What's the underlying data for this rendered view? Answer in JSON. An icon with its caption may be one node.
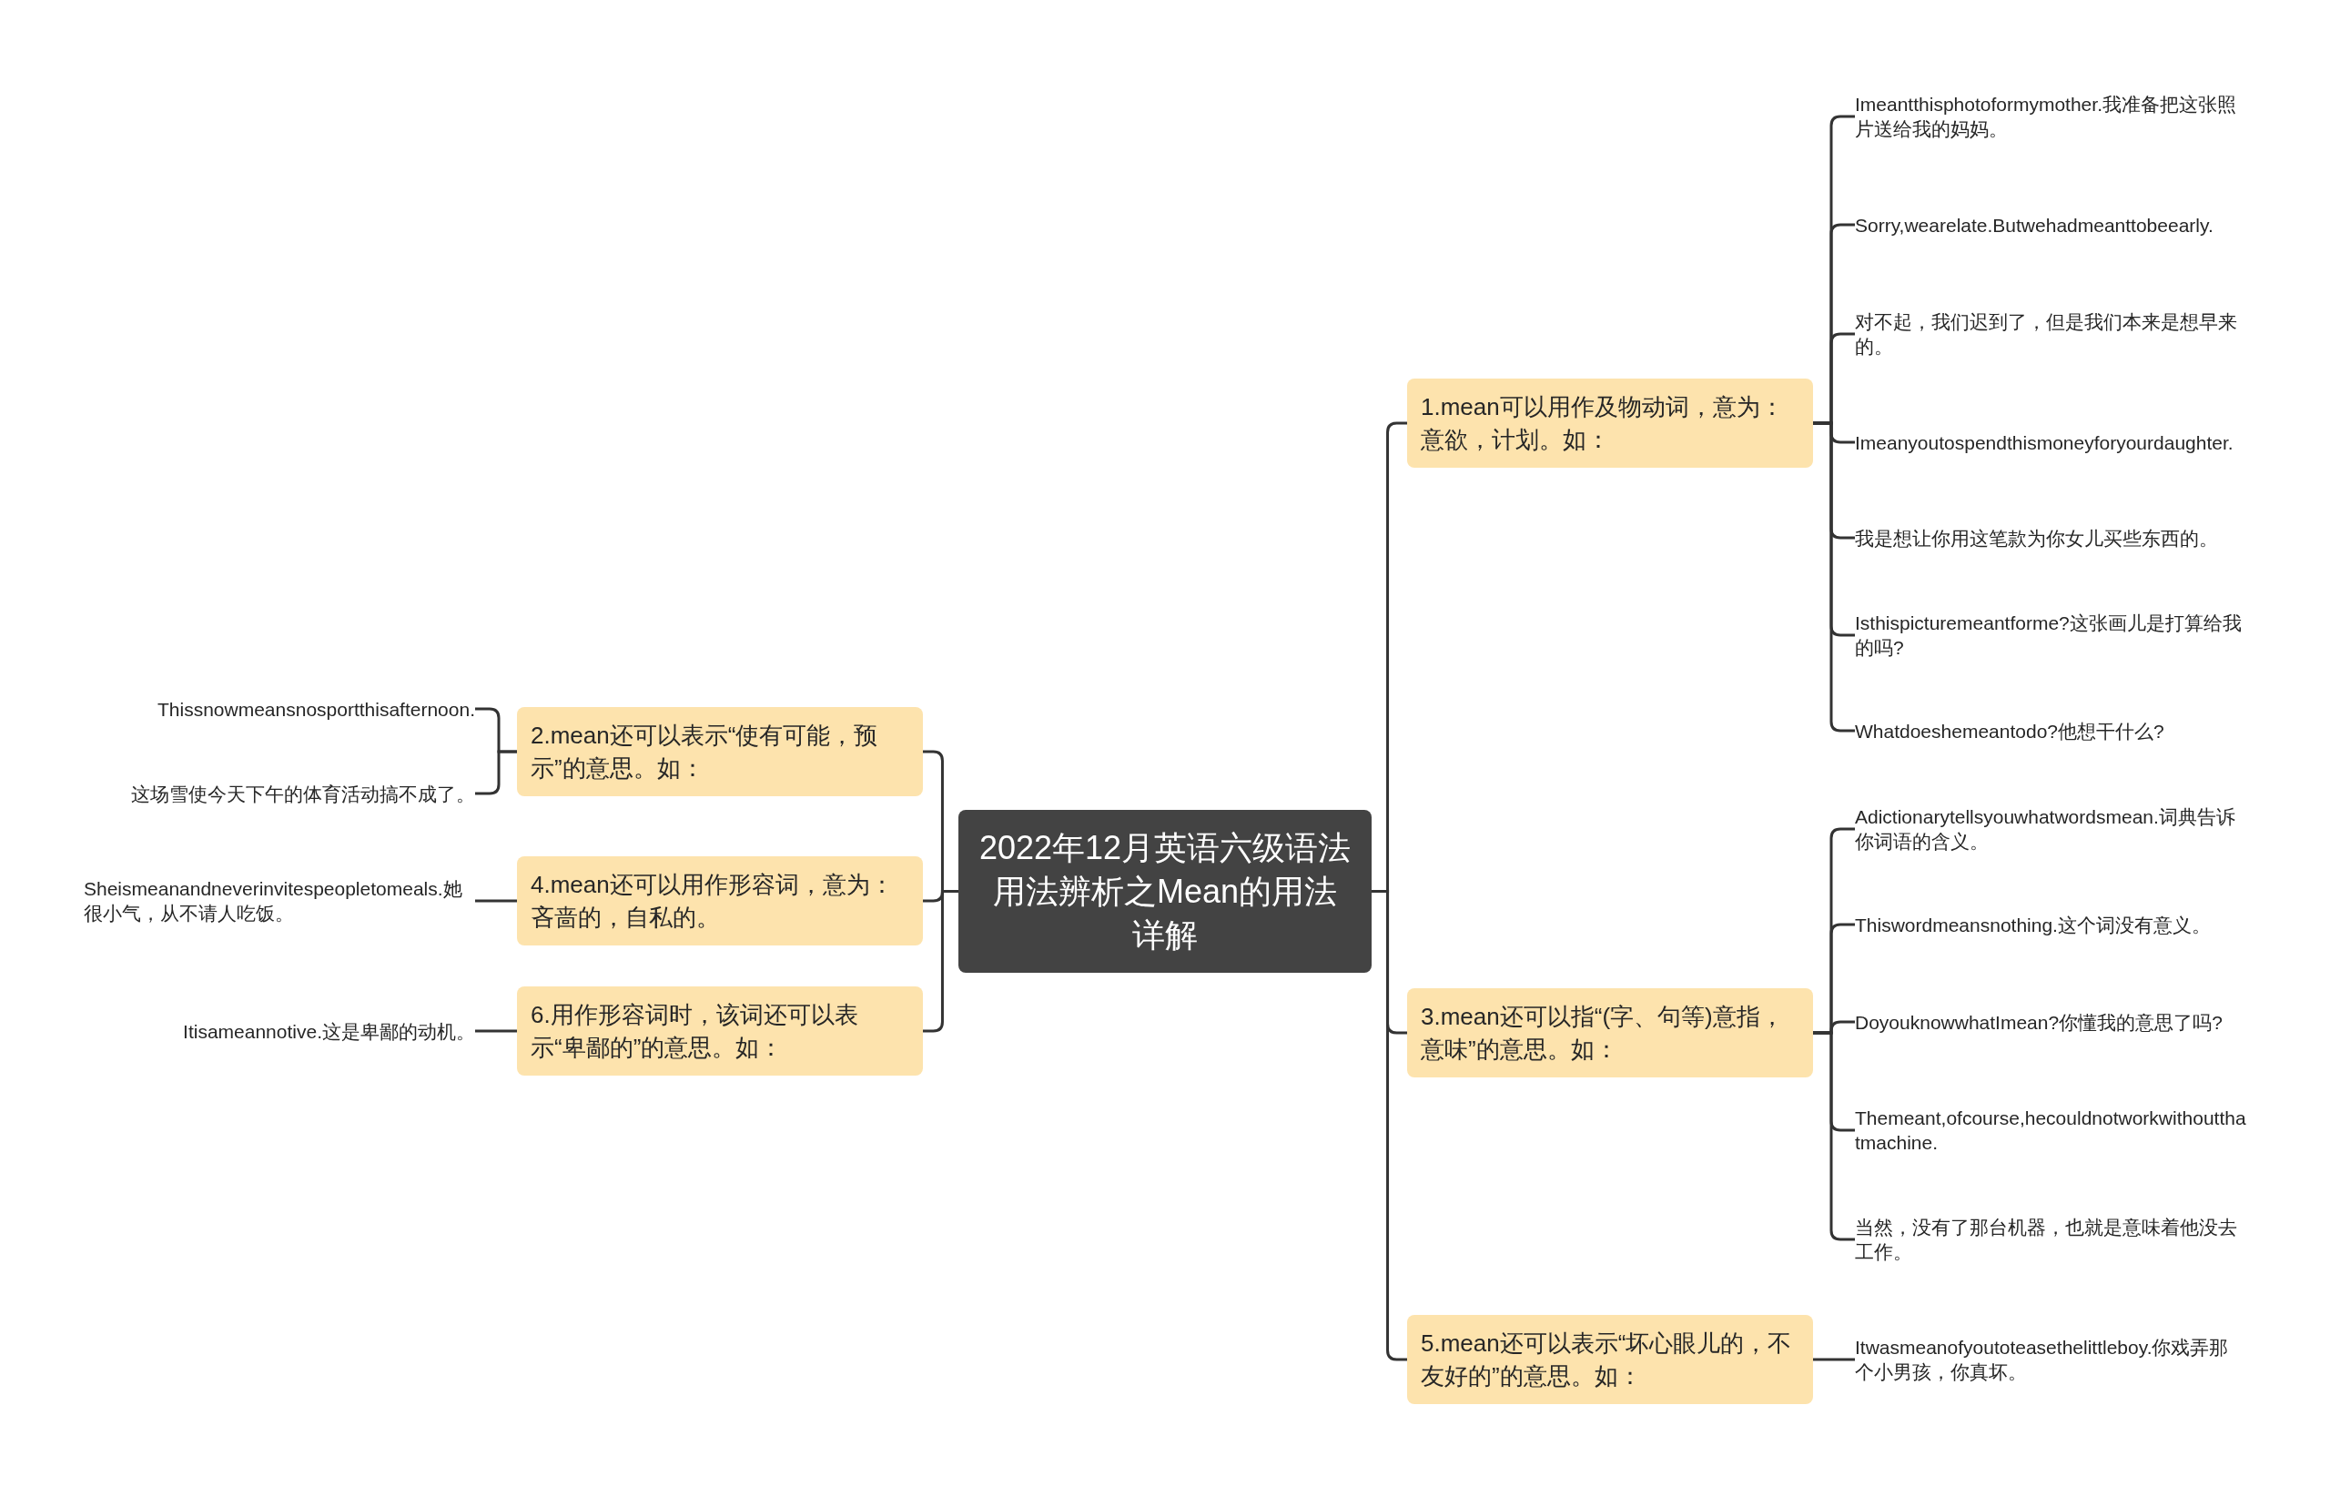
{
  "diagram": {
    "nodes": [
      {
        "text": [
          "2022年12月英语六级语法用法辨析之Mean的用法详解"
        ]
      },
      {
        "text": [
          "1.mean可以用作及物动词，意为：意欲，计划。如："
        ]
      },
      {
        "text": [
          "Imeantthisphotoformymother.我准备把这张照片送给我的妈妈。"
        ]
      },
      {
        "text": [
          "Sorry,wearelate.Butwehadmeanttobeearly."
        ]
      },
      {
        "text": [
          "对不起，我们迟到了，但是我们本来是想早来的。"
        ]
      },
      {
        "text": [
          "Imeanyoutospendthismoneyforyourdaughter."
        ]
      },
      {
        "text": [
          "我是想让你用这笔款为你女儿买些东西的。"
        ]
      },
      {
        "text": [
          "Isthispicturemeantforme?这张画儿是打算给我的吗?"
        ]
      },
      {
        "text": [
          "Whatdoeshemeantodo?他想干什么?"
        ]
      },
      {
        "text": [
          "2.mean还可以表示“使有可能，预示”的意思。如："
        ]
      },
      {
        "text": [
          "Thissnowmeansnosportthisafternoon."
        ]
      },
      {
        "text": [
          "这场雪使今天下午的体育活动搞不成了。"
        ]
      },
      {
        "text": [
          "3.mean还可以指“(字、句等)意指，意味”的意思。如："
        ]
      },
      {
        "text": [
          "Adictionarytellsyouwhatwordsmean.词典告诉你词语的含义。"
        ]
      },
      {
        "text": [
          "Thiswordmeansnothing.这个词没有意义。"
        ]
      },
      {
        "text": [
          "DoyouknowwhatImean?你懂我的意思了吗?"
        ]
      },
      {
        "text": [
          "Themeant,ofcourse,hecouldnotworkwithoutthatmachine."
        ]
      },
      {
        "text": [
          "当然，没有了那台机器，也就是意味着他没去工作。"
        ]
      },
      {
        "text": [
          "4.mean还可以用作形容词，意为：吝啬的，自私的。"
        ]
      },
      {
        "text": [
          "Sheismeanandneverinvitespeopletomeals.她很小气，从不请人吃饭。"
        ]
      },
      {
        "text": [
          "5.mean还可以表示“坏心眼儿的，不友好的”的意思。如："
        ]
      },
      {
        "text": [
          "Itwasmeanofyoutoteasethelittleboy.你戏弄那个小男孩，你真坏。"
        ]
      },
      {
        "text": [
          "6.用作形容词时，该词还可以表示“卑鄙的”的意思。如："
        ]
      },
      {
        "text": [
          "Itisameannotive.这是卑鄙的动机。"
        ]
      }
    ],
    "edges": [
      {
        "from": 0,
        "to": 1,
        "arrow": "none"
      },
      {
        "from": 1,
        "to": 2,
        "arrow": "none"
      },
      {
        "from": 1,
        "to": 3,
        "arrow": "none"
      },
      {
        "from": 1,
        "to": 4,
        "arrow": "none"
      },
      {
        "from": 1,
        "to": 5,
        "arrow": "none"
      },
      {
        "from": 1,
        "to": 6,
        "arrow": "none"
      },
      {
        "from": 1,
        "to": 7,
        "arrow": "none"
      },
      {
        "from": 1,
        "to": 8,
        "arrow": "none"
      },
      {
        "from": 0,
        "to": 9,
        "arrow": "none"
      },
      {
        "from": 9,
        "to": 10,
        "arrow": "none"
      },
      {
        "from": 9,
        "to": 11,
        "arrow": "none"
      },
      {
        "from": 0,
        "to": 12,
        "arrow": "none"
      },
      {
        "from": 12,
        "to": 13,
        "arrow": "none"
      },
      {
        "from": 12,
        "to": 14,
        "arrow": "none"
      },
      {
        "from": 12,
        "to": 15,
        "arrow": "none"
      },
      {
        "from": 12,
        "to": 16,
        "arrow": "none"
      },
      {
        "from": 12,
        "to": 17,
        "arrow": "none"
      },
      {
        "from": 0,
        "to": 18,
        "arrow": "none"
      },
      {
        "from": 18,
        "to": 19,
        "arrow": "none"
      },
      {
        "from": 0,
        "to": 20,
        "arrow": "none"
      },
      {
        "from": 20,
        "to": 21,
        "arrow": "none"
      },
      {
        "from": 0,
        "to": 22,
        "arrow": "none"
      },
      {
        "from": 22,
        "to": 23,
        "arrow": "none"
      }
    ]
  }
}
